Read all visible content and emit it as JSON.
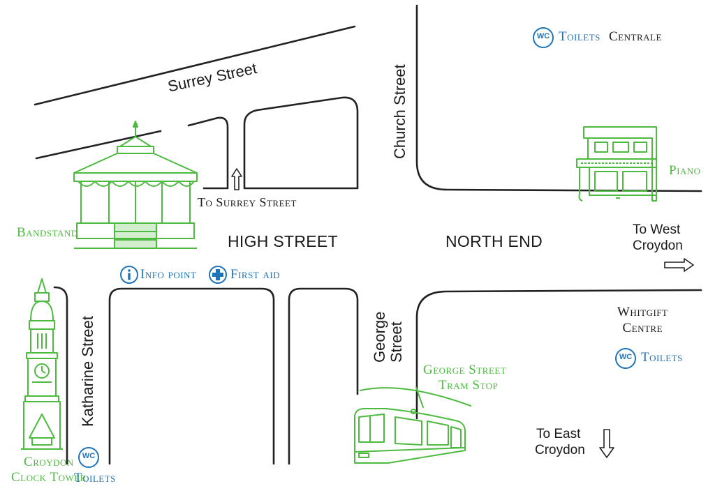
{
  "colors": {
    "road_outline": "#222222",
    "landmark_green": "#4cbb3f",
    "facility_blue": "#1f74b8",
    "text": "#1a1a1a"
  },
  "streets": {
    "surrey": "Surrey Street",
    "church": "Church Street",
    "high": "HIGH STREET",
    "north_end": "NORTH END",
    "katharine": "Katharine Street",
    "george": "George Street"
  },
  "directions": {
    "to_surrey": "To Surrey Street",
    "to_west_line1": "To West",
    "to_west_line2": "Croydon",
    "to_east_line1": "To East",
    "to_east_line2": "Croydon"
  },
  "facilities": {
    "toilets_label": "Toilets",
    "wc_badge": "WC",
    "centrale": "Centrale",
    "whitgift_line1": "Whitgift",
    "whitgift_line2": "Centre",
    "info_point": "Info point",
    "first_aid": "First aid"
  },
  "landmarks": {
    "bandstand": "Bandstand",
    "piano": "Piano",
    "clock_tower_line1": "Croydon",
    "clock_tower_line2": "Clock Tower",
    "tram_stop_line1": "George Street",
    "tram_stop_line2": "Tram Stop"
  },
  "icons": [
    "bandstand-icon",
    "clock-tower-icon",
    "piano-icon",
    "tram-icon",
    "info-icon",
    "first-aid-icon",
    "wc-icon",
    "arrow-up-icon",
    "arrow-right-icon",
    "arrow-down-icon"
  ]
}
